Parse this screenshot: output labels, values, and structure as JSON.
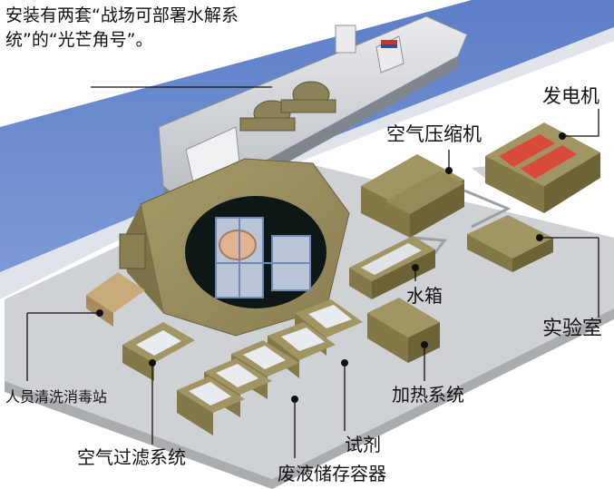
{
  "caption": "安装有两套“战场可部署水解系统”的“光芒角号”。",
  "labels": {
    "generator": "发电机",
    "air_compressor": "空气压缩机",
    "water_tank": "水箱",
    "laboratory": "实验室",
    "heating_system": "加热系统",
    "reagent": "试剂",
    "waste_container": "废液储存容器",
    "air_filter": "空气过滤系统",
    "decon_station": "人员清洗消毒站"
  }
}
